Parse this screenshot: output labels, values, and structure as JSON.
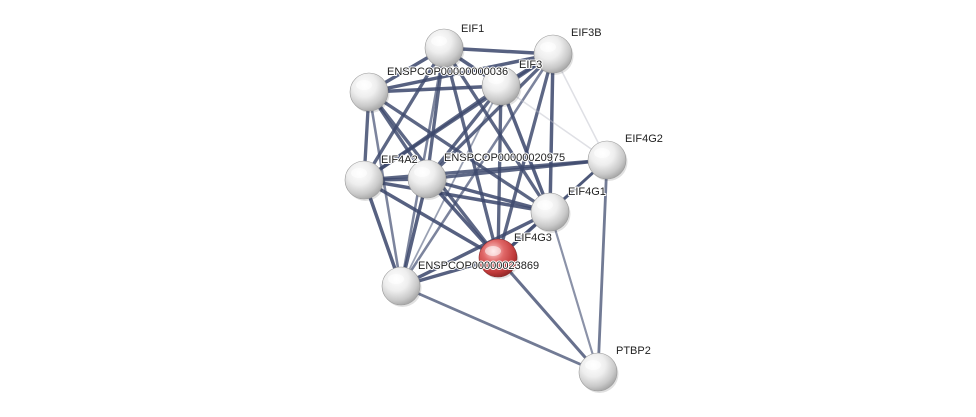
{
  "nodes": [
    {
      "id": "EIF1",
      "label": "EIF1",
      "query": false
    },
    {
      "id": "EIF3B",
      "label": "EIF3B",
      "query": false
    },
    {
      "id": "ENSPCOP_A",
      "label": "ENSPCOP00000000036",
      "query": false
    },
    {
      "id": "EIF3",
      "label": "EIF3",
      "query": false
    },
    {
      "id": "EIF4G2",
      "label": "EIF4G2",
      "query": false
    },
    {
      "id": "EIF4A2",
      "label": "EIF4A2",
      "query": false
    },
    {
      "id": "ENSPCOP20975",
      "label": "ENSPCOP00000020975",
      "query": false
    },
    {
      "id": "EIF4G1",
      "label": "EIF4G1",
      "query": false
    },
    {
      "id": "EIF4G3",
      "label": "EIF4G3",
      "query": true
    },
    {
      "id": "ENSPCOP23869",
      "label": "ENSPCOP00000023869",
      "query": false
    },
    {
      "id": "PTBP2",
      "label": "PTBP2",
      "query": false
    }
  ],
  "edges": [
    {
      "source": "EIF1",
      "target": "EIF3B",
      "strength": 0.95
    },
    {
      "source": "EIF1",
      "target": "ENSPCOP_A",
      "strength": 0.95
    },
    {
      "source": "EIF1",
      "target": "EIF3",
      "strength": 0.95
    },
    {
      "source": "EIF1",
      "target": "EIF4A2",
      "strength": 0.9
    },
    {
      "source": "EIF1",
      "target": "ENSPCOP20975",
      "strength": 0.9
    },
    {
      "source": "EIF1",
      "target": "EIF4G1",
      "strength": 0.9
    },
    {
      "source": "EIF1",
      "target": "EIF4G3",
      "strength": 0.9
    },
    {
      "source": "EIF1",
      "target": "ENSPCOP23869",
      "strength": 0.6
    },
    {
      "source": "EIF3B",
      "target": "ENSPCOP_A",
      "strength": 0.95
    },
    {
      "source": "EIF3B",
      "target": "EIF3",
      "strength": 0.95
    },
    {
      "source": "EIF3B",
      "target": "EIF4A2",
      "strength": 0.9
    },
    {
      "source": "EIF3B",
      "target": "ENSPCOP20975",
      "strength": 0.9
    },
    {
      "source": "EIF3B",
      "target": "EIF4G1",
      "strength": 0.95
    },
    {
      "source": "EIF3B",
      "target": "EIF4G3",
      "strength": 0.9
    },
    {
      "source": "EIF3B",
      "target": "EIF4G2",
      "strength": 0.2
    },
    {
      "source": "EIF3B",
      "target": "ENSPCOP23869",
      "strength": 0.6
    },
    {
      "source": "ENSPCOP_A",
      "target": "EIF3",
      "strength": 0.95
    },
    {
      "source": "ENSPCOP_A",
      "target": "EIF4A2",
      "strength": 0.9
    },
    {
      "source": "ENSPCOP_A",
      "target": "ENSPCOP20975",
      "strength": 0.9
    },
    {
      "source": "ENSPCOP_A",
      "target": "EIF4G1",
      "strength": 0.9
    },
    {
      "source": "ENSPCOP_A",
      "target": "EIF4G3",
      "strength": 0.9
    },
    {
      "source": "ENSPCOP_A",
      "target": "ENSPCOP23869",
      "strength": 0.6
    },
    {
      "source": "EIF3",
      "target": "EIF4A2",
      "strength": 0.9
    },
    {
      "source": "EIF3",
      "target": "ENSPCOP20975",
      "strength": 0.9
    },
    {
      "source": "EIF3",
      "target": "EIF4G1",
      "strength": 0.95
    },
    {
      "source": "EIF3",
      "target": "EIF4G3",
      "strength": 0.9
    },
    {
      "source": "EIF3",
      "target": "EIF4G2",
      "strength": 0.2
    },
    {
      "source": "EIF3",
      "target": "ENSPCOP23869",
      "strength": 0.3
    },
    {
      "source": "EIF4A2",
      "target": "ENSPCOP20975",
      "strength": 0.95
    },
    {
      "source": "EIF4A2",
      "target": "EIF4G1",
      "strength": 0.95
    },
    {
      "source": "EIF4A2",
      "target": "EIF4G2",
      "strength": 0.9
    },
    {
      "source": "EIF4A2",
      "target": "EIF4G3",
      "strength": 0.95
    },
    {
      "source": "EIF4A2",
      "target": "ENSPCOP23869",
      "strength": 0.95
    },
    {
      "source": "ENSPCOP20975",
      "target": "EIF4G1",
      "strength": 0.95
    },
    {
      "source": "ENSPCOP20975",
      "target": "EIF4G2",
      "strength": 0.9
    },
    {
      "source": "ENSPCOP20975",
      "target": "EIF4G3",
      "strength": 0.95
    },
    {
      "source": "ENSPCOP20975",
      "target": "ENSPCOP23869",
      "strength": 0.95
    },
    {
      "source": "EIF4G2",
      "target": "EIF4G1",
      "strength": 0.7
    },
    {
      "source": "EIF4G2",
      "target": "EIF4G3",
      "strength": 0.7
    },
    {
      "source": "EIF4G2",
      "target": "PTBP2",
      "strength": 0.7
    },
    {
      "source": "EIF4G1",
      "target": "EIF4G3",
      "strength": 0.95
    },
    {
      "source": "EIF4G1",
      "target": "ENSPCOP23869",
      "strength": 0.95
    },
    {
      "source": "EIF4G1",
      "target": "PTBP2",
      "strength": 0.45
    },
    {
      "source": "EIF4G3",
      "target": "ENSPCOP23869",
      "strength": 0.95
    },
    {
      "source": "EIF4G3",
      "target": "PTBP2",
      "strength": 0.8
    },
    {
      "source": "ENSPCOP23869",
      "target": "PTBP2",
      "strength": 0.7
    }
  ],
  "colors": {
    "edge_base": "#3e4a6e",
    "node_default": "#e8e8e8",
    "node_query": "#d94a4a"
  }
}
